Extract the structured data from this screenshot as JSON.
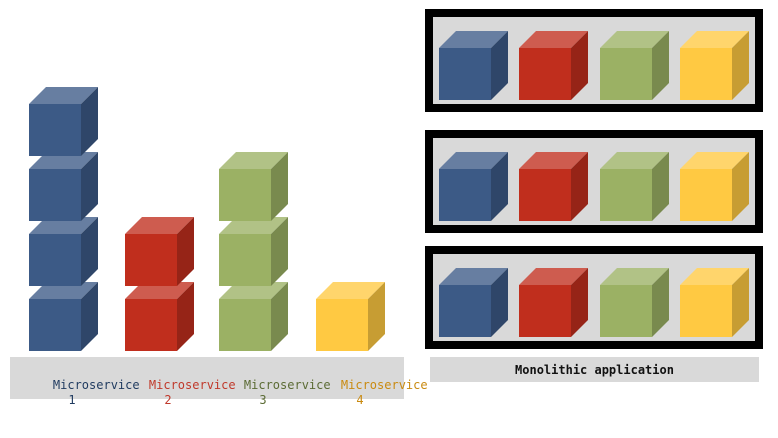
{
  "colors": {
    "microservice_1": "#3c5a86",
    "microservice_2": "#c02e1d",
    "microservice_3": "#9bb164",
    "microservice_4": "#ffc942",
    "label_bar": "#d9d9d9",
    "monolith_border": "#000000"
  },
  "microservices": [
    {
      "label": "Microservice",
      "number": "1",
      "color": "#3c5a86",
      "text_color": "#1f3a5f",
      "instances": 4
    },
    {
      "label": "Microservice",
      "number": "2",
      "color": "#c02e1d",
      "text_color": "#c0392b",
      "instances": 2
    },
    {
      "label": "Microservice",
      "number": "3",
      "color": "#9bb164",
      "text_color": "#5b6b34",
      "instances": 3
    },
    {
      "label": "Microservice",
      "number": "4",
      "color": "#ffc942",
      "text_color": "#c98a10",
      "instances": 1
    }
  ],
  "monolith": {
    "label": "Monolithic application",
    "instances": 3,
    "modules": [
      "#3c5a86",
      "#c02e1d",
      "#9bb164",
      "#ffc942"
    ]
  }
}
